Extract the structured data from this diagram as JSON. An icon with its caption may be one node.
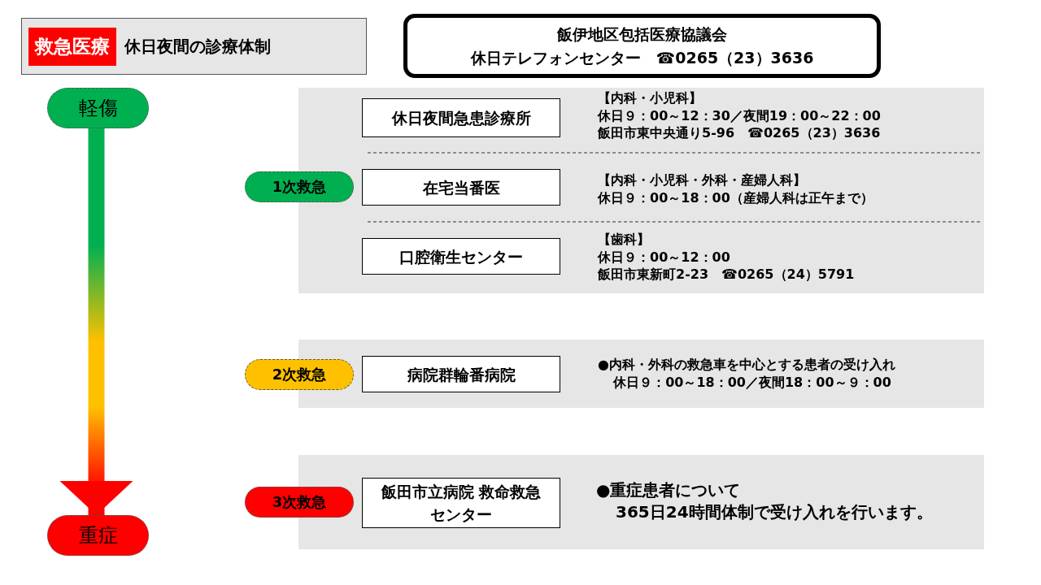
{
  "diagram": {
    "nodes": [
      {
        "text": [
          "救急医療",
          "休日夜間の診療体制"
        ]
      },
      {
        "text": [
          "飯伊地区包括医療協議会",
          "休日テレフォンセンター　☎0265（23）3636"
        ]
      },
      {
        "text": [
          "軽傷"
        ]
      },
      {
        "text": [
          "重症"
        ]
      },
      {
        "text": [
          "1次救急"
        ]
      },
      {
        "text": [
          "休日夜間急患診療所"
        ],
        "beside": [
          "【内科・小児科】",
          "休日９：00～12：30／夜間19：00～22：00",
          "飯田市東中央通り5-96　☎0265（23）3636"
        ]
      },
      {
        "text": [
          "在宅当番医"
        ],
        "beside": [
          "【内科・小児科・外科・産婦人科】",
          "休日９：00～18：00（産婦人科は正午まで）"
        ]
      },
      {
        "text": [
          "口腔衛生センター"
        ],
        "beside": [
          "【歯科】",
          "休日９：00～12：00",
          "飯田市東新町2-23　☎0265（24）5791"
        ]
      },
      {
        "text": [
          "2次救急"
        ]
      },
      {
        "text": [
          "病院群輪番病院"
        ],
        "beside": [
          "●内科・外科の救急車を中心とする患者の受け入れ",
          "休日９：00～18：00／夜間18：00～９：00"
        ]
      },
      {
        "text": [
          "3次救急"
        ]
      },
      {
        "text": [
          "飯田市立病院 救命救急センター"
        ],
        "beside": [
          "●重症患者について",
          "365日24時間体制で受け入れを行います。"
        ]
      }
    ],
    "edges": [
      {
        "from": 2,
        "to": 3,
        "arrow": "to",
        "style": "thick"
      }
    ]
  }
}
